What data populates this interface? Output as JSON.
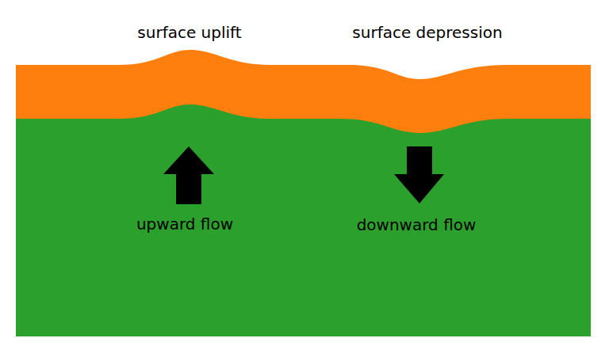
{
  "diagram": {
    "labels": [
      "surface uplift",
      "surface depression",
      "upward flow",
      "downward flow"
    ]
  }
}
